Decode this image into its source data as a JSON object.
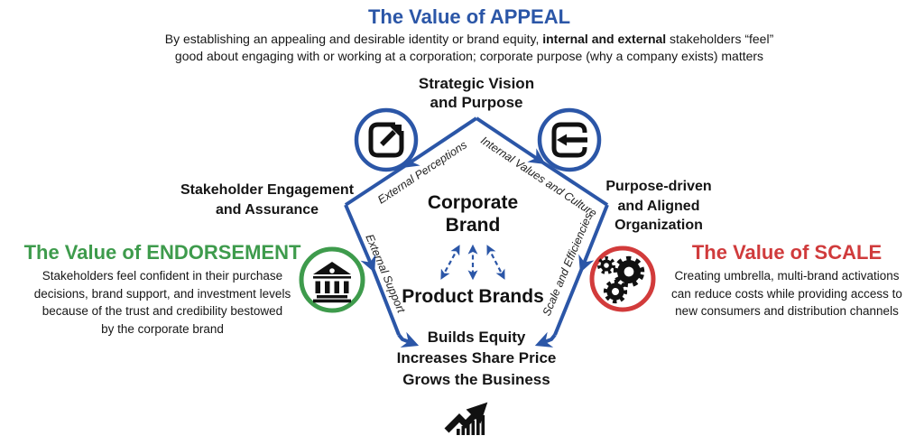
{
  "colors": {
    "blue": "#2b56a7",
    "green": "#3e9b4c",
    "red": "#d03b3c",
    "icon_black": "#111111"
  },
  "appeal": {
    "title": "The Value of APPEAL",
    "desc_pre": "By establishing an appealing and desirable identity or brand equity, ",
    "desc_bold": "internal and external",
    "desc_post": " stakeholders “feel”\ngood about engaging with or working at a corporation; corporate purpose (why a company exists) matters"
  },
  "endorsement": {
    "title": "The Value of ENDORSEMENT",
    "desc": "Stakeholders feel confident in their purchase\ndecisions, brand support, and investment levels\nbecause of the trust and credibility bestowed\nby the corporate brand"
  },
  "scale": {
    "title": "The Value of SCALE",
    "desc": "Creating umbrella, multi-brand activations\ncan reduce costs while providing access to\nnew consumers and distribution channels"
  },
  "pentagon": {
    "top": "Strategic Vision\nand Purpose",
    "left": "Stakeholder Engagement\nand Assurance",
    "right": "Purpose-driven\nand Aligned\nOrganization",
    "center_top": "Corporate\nBrand",
    "center_bottom": "Product Brands",
    "bottom": "Builds Equity\nIncreases Share Price\nGrows the Business",
    "edges": {
      "top_left": "External Perceptions",
      "top_right": "Internal Values and Culture",
      "bottom_left": "External Support",
      "bottom_right": "Scale and Efficiencies"
    }
  },
  "icons": {
    "top_left": "export-arrow-icon",
    "top_right": "import-arrow-icon",
    "left": "bank-icon",
    "right": "gears-icon",
    "bottom": "growth-chart-icon"
  }
}
